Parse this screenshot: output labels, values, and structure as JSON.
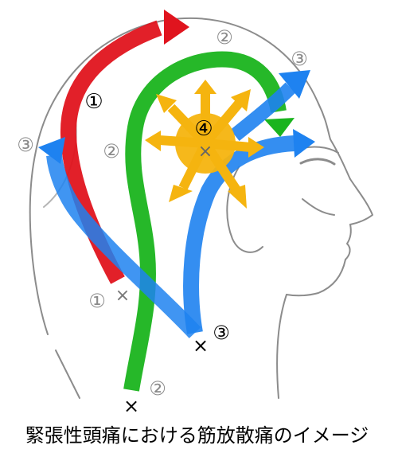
{
  "caption": "緊張性頭痛における筋放散痛のイメージ",
  "labels": {
    "red_top": "①",
    "red_bottom": "①",
    "green_top": "②",
    "green_left": "②",
    "green_bottom": "②",
    "blue_top_right": "③",
    "blue_left": "③",
    "blue_bottom": "③",
    "orange_center": "④"
  },
  "markers": {
    "cross": "×"
  },
  "colors": {
    "red": "#e0141e",
    "green": "#1ab41e",
    "blue": "#1e82f0",
    "orange": "#f5b40f",
    "outline": "#8c8c8c",
    "label_gray": "#8a8a8a"
  }
}
